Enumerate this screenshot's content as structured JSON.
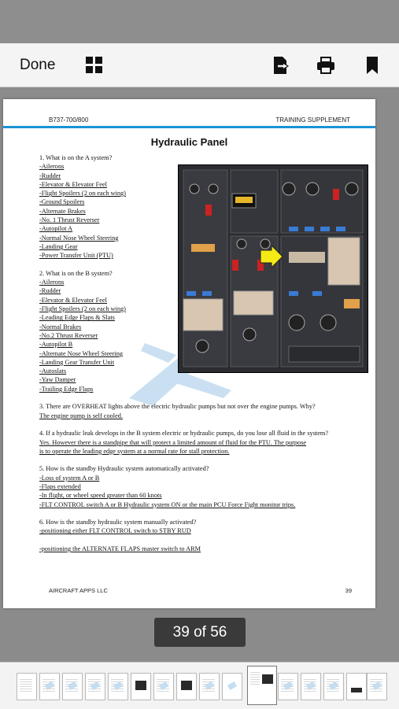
{
  "toolbar": {
    "done_label": "Done",
    "icons": [
      "grid-icon",
      "export-icon",
      "print-icon",
      "bookmark-icon"
    ]
  },
  "page": {
    "header_left": "B737-700/800",
    "header_right": "TRAINING SUPPLEMENT",
    "title": "Hydraulic Panel",
    "footer_left": "AIRCRAFT APPS LLC",
    "footer_right": "39",
    "accent_color": "#1a93d6",
    "q1": {
      "question": "1. What is on the A system?",
      "answers": [
        "-Ailerons",
        "-Rudder",
        "-Elevator & Elevator Feel",
        "-Flight Spoilers (2 on each wing)",
        "-Ground Spoilers",
        "-Alternate Brakes",
        "-No. 1 Thrust Reverser",
        "-Autopilot A",
        "-Normal Nose Wheel Steering",
        "-Landing Gear",
        "-Power Transfer Unit (PTU)"
      ]
    },
    "q2": {
      "question": "2. What is on the B system?",
      "answers": [
        "-Ailerons",
        "-Rudder",
        "-Elevator & Elevator Feel",
        "-Flight Spoilers (2 on each wing)",
        "-Leading Edge Flaps & Slats",
        "-Normal Brakes",
        "-No.2 Thrust Reverser",
        "-Autopilot B",
        "-Alternate Nose Wheel Steering",
        "-Landing Gear Transfer Unit",
        "-Autoslats",
        "-Yaw Damper",
        "-Trailing Edge Flaps"
      ]
    },
    "q3": {
      "question": "3. There are OVERHEAT lights above the electric hydraulic pumps but not over the engine pumps. Why?",
      "answer": "The engine pump is self cooled."
    },
    "q4": {
      "question": "4. If a hydraulic leak develops in the B system electric or hydraulic pumps, do you lose all fluid in the system?",
      "answer_1": "Yes. However there is a standpipe that will protect a limited amount of fluid for the PTU. The purpose",
      "answer_2": "is to operate the leading edge system at a normal rate for stall protection."
    },
    "q5": {
      "question": "5. How is the standby Hydraulic system automatically activated?",
      "answers": [
        "-Loss of system A or B",
        "-Flaps extended",
        "-In flight, or wheel speed greater than 60 knots",
        "-FLT CONTROL switch A or B Hydraulic system ON or the main PCU Force Fight monitor trips."
      ]
    },
    "q6": {
      "question": "6. How is the standby hydraulic system manually activated?",
      "answers": [
        "-positioning either FLT CONTROL switch to STBY RUD",
        "-positioning the ALTERNATE FLAPS master switch to ARM"
      ]
    }
  },
  "page_indicator": "39 of 56",
  "thumbnails": {
    "count": 16,
    "current_index": 10
  }
}
